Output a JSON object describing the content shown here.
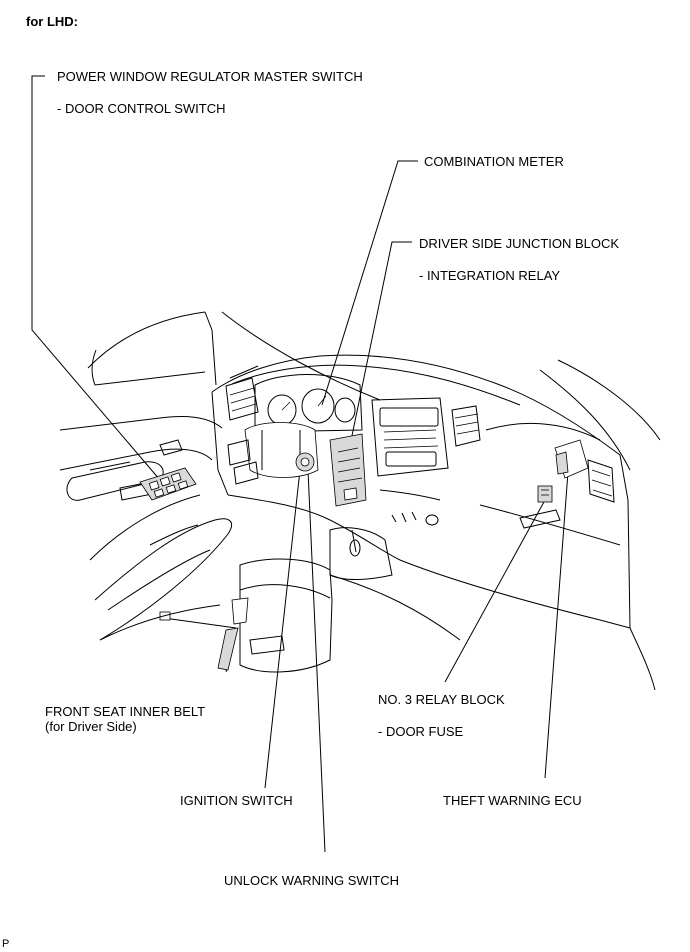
{
  "heading": "for LHD:",
  "footer_code": "P",
  "labels": {
    "pw_master_switch": "POWER WINDOW REGULATOR MASTER SWITCH",
    "door_control_switch": "- DOOR CONTROL SWITCH",
    "combination_meter": "COMBINATION METER",
    "driver_side_jb": "DRIVER SIDE JUNCTION BLOCK",
    "integration_relay": "- INTEGRATION RELAY",
    "front_seat_inner_belt": "FRONT SEAT INNER BELT",
    "for_driver_side": "(for Driver Side)",
    "no3_relay_block": "NO. 3 RELAY BLOCK",
    "door_fuse": "- DOOR FUSE",
    "ignition_switch": "IGNITION SWITCH",
    "theft_warning_ecu": "THEFT WARNING ECU",
    "unlock_warning_switch": "UNLOCK WARNING SWITCH"
  }
}
